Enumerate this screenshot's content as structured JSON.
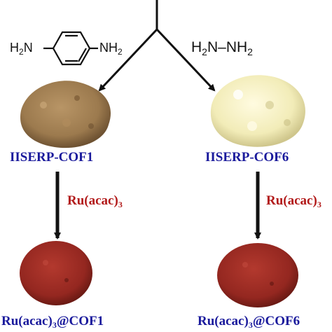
{
  "reagents": {
    "left": {
      "left_group": "H",
      "left_group_sub": "2",
      "left_group_n": "N",
      "right_group": "NH",
      "right_group_sub": "2"
    },
    "right": {
      "part1": "H",
      "sub1": "2",
      "part2": "N–NH",
      "sub2": "2"
    }
  },
  "products": {
    "left": {
      "name": "IISERP-COF1"
    },
    "right": {
      "name": "IISERP-COF6"
    }
  },
  "reaction": {
    "reagent_main": "Ru(acac)",
    "reagent_sub": "3"
  },
  "final_products": {
    "left": {
      "prefix": "Ru(acac)",
      "sub": "3",
      "suffix": "@COF1"
    },
    "right": {
      "prefix": "Ru(acac)",
      "sub": "3",
      "suffix": "@COF6"
    }
  },
  "colors": {
    "cof1_powder": "#9c7a4e",
    "cof6_powder": "#f2ecb8",
    "ru_powder": "#9a2a22",
    "label_blue": "#1a1a9c",
    "label_red": "#b21a1a"
  }
}
